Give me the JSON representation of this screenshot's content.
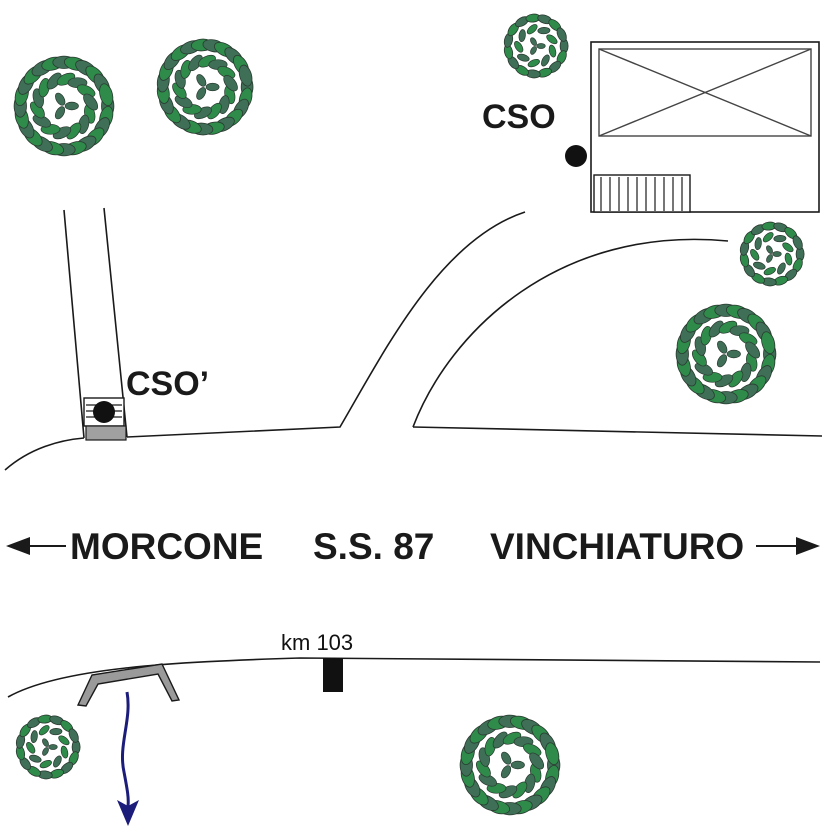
{
  "road": {
    "name": "S.S. 87",
    "left_destination": "MORCONE",
    "right_destination": "VINCHIATURO",
    "km_marker": "km 103"
  },
  "points": {
    "cso": "CSO",
    "cso_prime": "CSO’"
  },
  "colors": {
    "tree_fill": "#2e8b4a",
    "tree_outline": "#2a3a30",
    "arrow": "#1c1c7a",
    "ink": "#1a1a1a",
    "culvert_fill": "#9a9a9a"
  },
  "icons": [
    "tree-icon",
    "arrow-left-icon",
    "arrow-right-icon",
    "flow-arrow-icon",
    "building-icon",
    "km-post-icon",
    "manhole-icon"
  ]
}
